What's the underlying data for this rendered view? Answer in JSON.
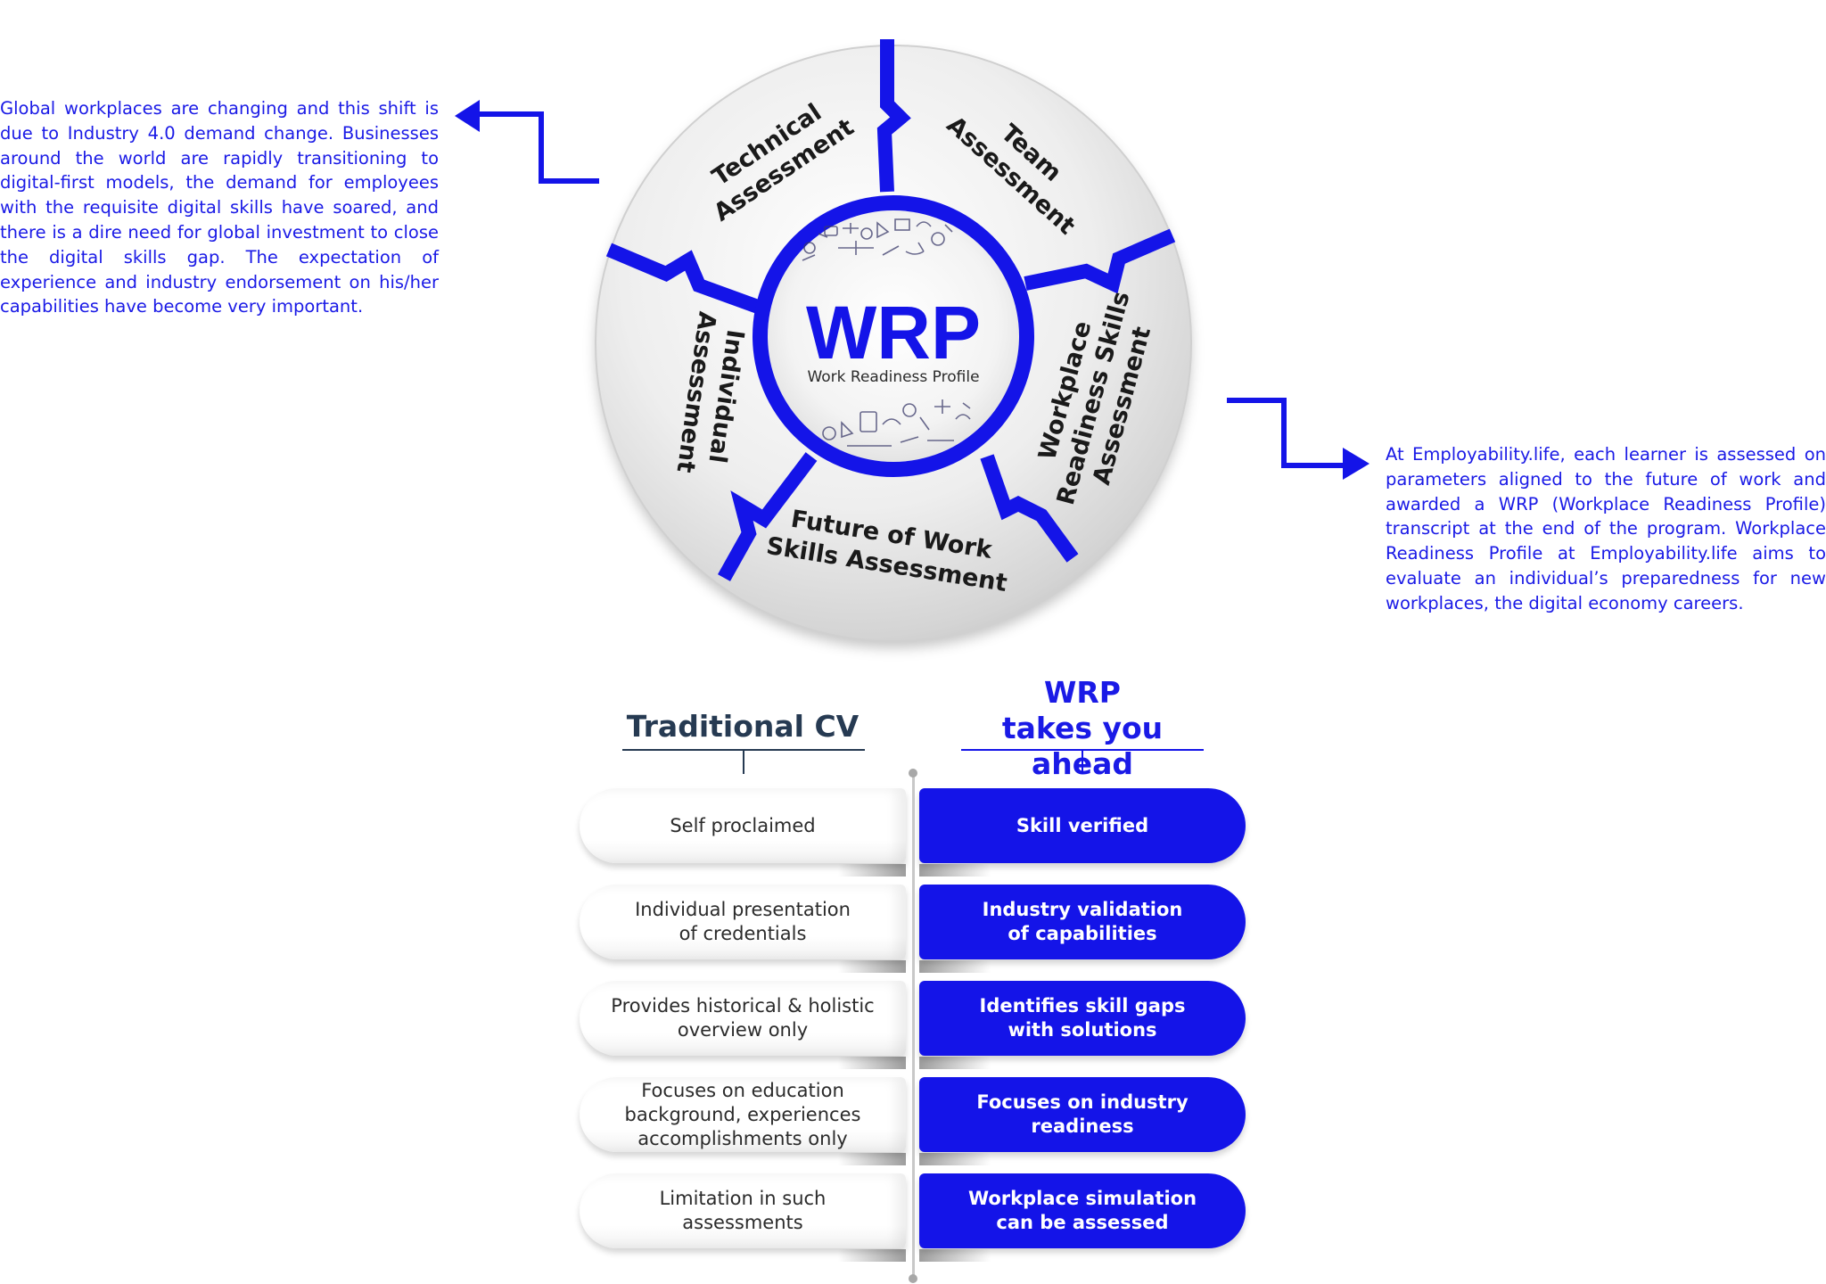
{
  "colors": {
    "brand_blue": "#1414e8",
    "dark_heading": "#263a52",
    "text_dark": "#2b2b2b"
  },
  "intro_left": "Global workplaces are changing and this shift is due to Industry 4.0 demand change. Businesses around the world are rapidly transitioning to digital-first models, the demand for employees with the requisite digital skills have soared, and there is a dire need for global investment to close the digital skills gap. The expectation of experience and industry endorsement on his/her capabilities have become very important.",
  "intro_right": "At Employability.life, each learner is assessed on parameters aligned to the future of work and awarded a WRP (Workplace Readiness Profile) transcript at the end of the program. Workplace Readiness Profile at Employability.life aims to evaluate an individual’s preparedness for new workplaces, the digital economy careers.",
  "wheel": {
    "center_title": "WRP",
    "center_subtitle": "Work Readiness Profile",
    "segments": [
      {
        "lines": [
          "Technical",
          "Assessment"
        ]
      },
      {
        "lines": [
          "Team",
          "Assessment"
        ]
      },
      {
        "lines": [
          "Workplace",
          "Readiness Skills",
          "Assessment"
        ]
      },
      {
        "lines": [
          "Future of Work",
          "Skills Assessment"
        ]
      },
      {
        "lines": [
          "Individual",
          "Assessment"
        ]
      }
    ]
  },
  "comparison": {
    "left_heading": "Traditional CV",
    "right_heading_line1": "WRP",
    "right_heading_line2": "takes you ahead",
    "rows": [
      {
        "cv": "Self proclaimed",
        "wrp": "Skill verified"
      },
      {
        "cv": "Individual presentation\nof credentials",
        "wrp": "Industry validation\nof capabilities"
      },
      {
        "cv": "Provides historical & holistic\noverview only",
        "wrp": "Identifies skill gaps\nwith solutions"
      },
      {
        "cv": "Focuses on education\nbackground, experiences\naccomplishments only",
        "wrp": "Focuses on industry readiness"
      },
      {
        "cv": "Limitation in such\nassessments",
        "wrp": "Workplace simulation\ncan be assessed"
      }
    ]
  }
}
